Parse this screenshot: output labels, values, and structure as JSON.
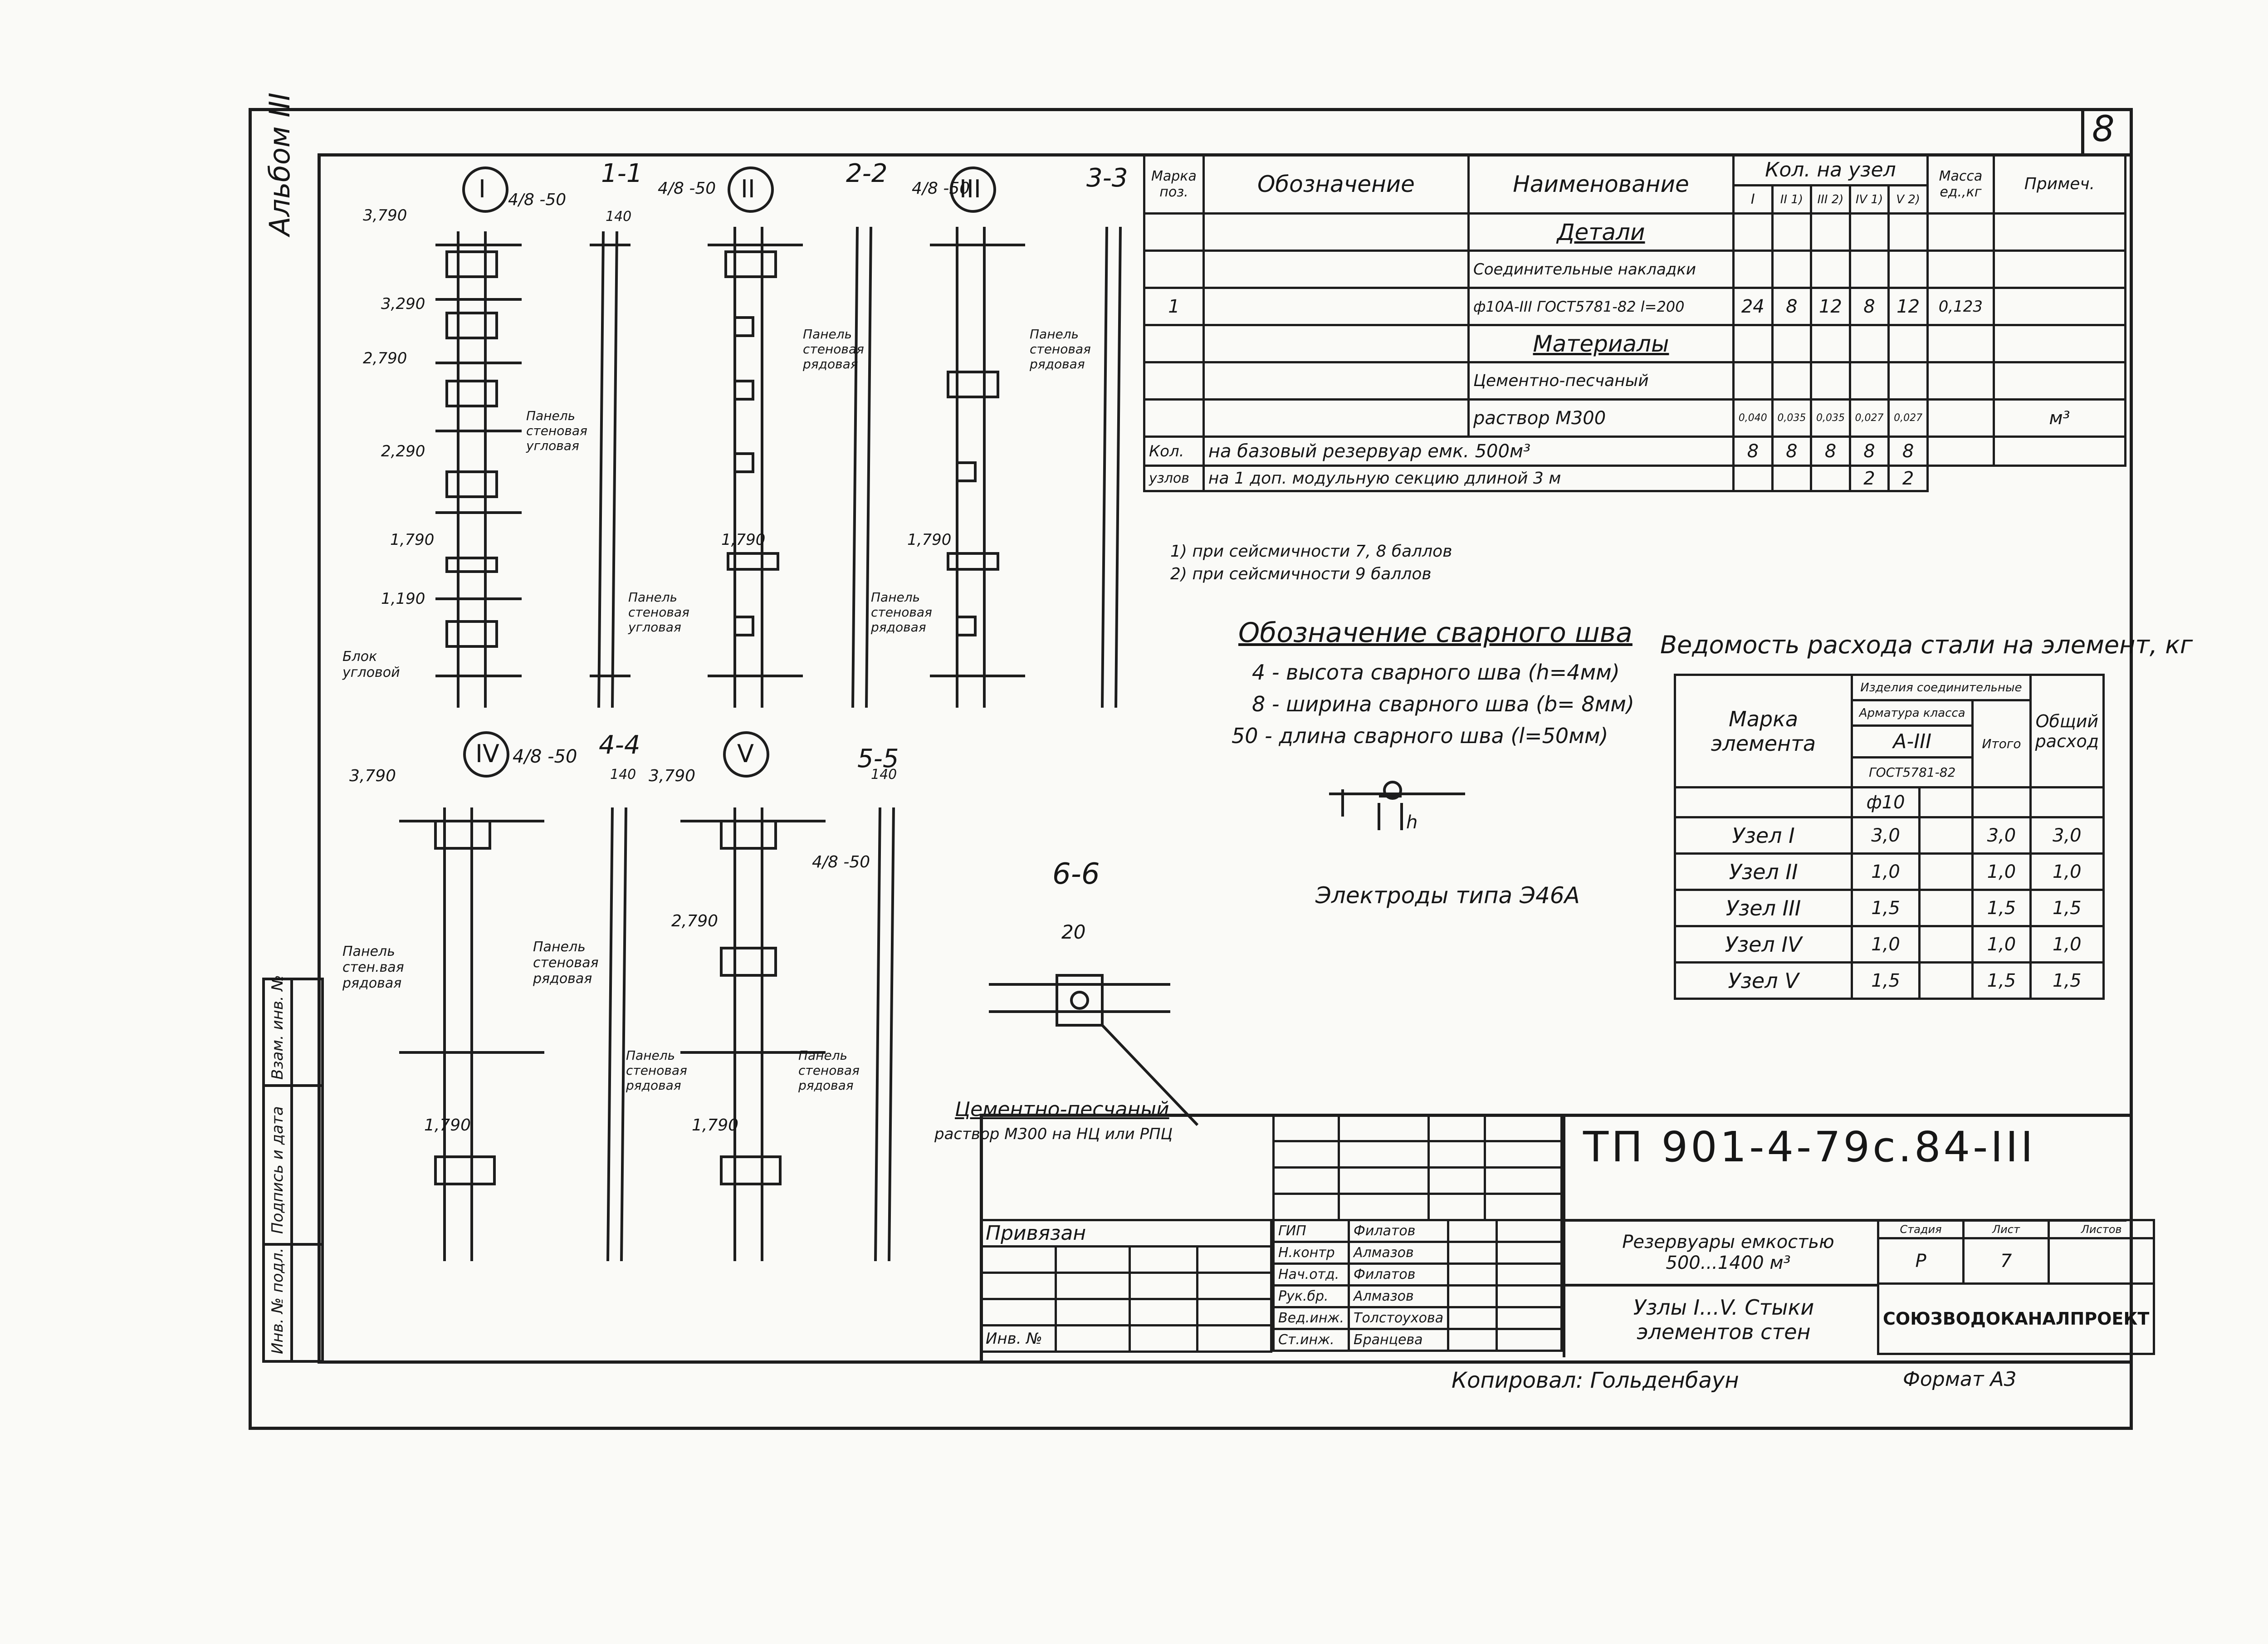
{
  "sheet_number": "8",
  "album_label": "Альбом III",
  "sections": {
    "s11": "1-1",
    "s22": "2-2",
    "s33": "3-3",
    "s44": "4-4",
    "s55": "5-5",
    "s66": "6-6"
  },
  "node_marks": [
    "I",
    "II",
    "III",
    "IV",
    "V"
  ],
  "weld_marks": {
    "n1": "4/8 -50",
    "n2": "4/8 -50",
    "n3": "4/8 -50",
    "n4": "4/8 -50",
    "n5": "4/8 -50"
  },
  "elevations": {
    "e3790": "3,790",
    "e3290": "3,290",
    "e2790": "2,790",
    "e2290": "2,290",
    "e1790": "1,790",
    "e1190": "1,190",
    "d140": "140"
  },
  "drawing_labels": {
    "panel_corner": "Панель стеновая угловая",
    "panel_ordinary": "Панель стеновая рядовая",
    "panel_corner_short": "Панель стеновая угловая",
    "block_corner": "Блок угловой",
    "panel_ordinary_wall": "Панель стен.вая рядовая",
    "mortar_label": "Цементно-песчаный",
    "mortar_sub": "раствор М300 на НЦ или РПЦ",
    "dim20": "20"
  },
  "spec_table": {
    "headers": {
      "marka": "Марка поз.",
      "oboznach": "Обозначение",
      "naimen": "Наименование",
      "kol": "Кол. на узел",
      "massa": "Масса ед.,кг",
      "prim": "Примеч."
    },
    "kol_cols": [
      "I",
      "II 1)",
      "III 2)",
      "IV 1)",
      "V 2)"
    ],
    "rows": [
      {
        "marka": "",
        "obozn": "",
        "name": "Детали",
        "k": [
          "",
          "",
          "",
          "",
          ""
        ],
        "massa": "",
        "prim": ""
      },
      {
        "marka": "",
        "obozn": "",
        "name": "Соединительные накладки",
        "k": [
          "",
          "",
          "",
          "",
          ""
        ],
        "massa": "",
        "prim": ""
      },
      {
        "marka": "1",
        "obozn": "",
        "name": "ф10А-III ГОСТ5781-82 l=200",
        "k": [
          "24",
          "8",
          "12",
          "8",
          "12"
        ],
        "massa": "0,123",
        "prim": ""
      },
      {
        "marka": "",
        "obozn": "",
        "name": "Материалы",
        "k": [
          "",
          "",
          "",
          "",
          ""
        ],
        "massa": "",
        "prim": ""
      },
      {
        "marka": "",
        "obozn": "",
        "name": "Цементно-песчаный",
        "k": [
          "",
          "",
          "",
          "",
          ""
        ],
        "massa": "",
        "prim": ""
      },
      {
        "marka": "",
        "obozn": "",
        "name": "раствор М300",
        "k": [
          "0,040",
          "0,035",
          "0,035",
          "0,027",
          "0,027"
        ],
        "massa": "",
        "prim": "м³"
      }
    ],
    "total_row1": {
      "label1": "Кол.",
      "label2": "на базовый резервуар емк. 500м³",
      "k": [
        "8",
        "8",
        "8",
        "8",
        "8"
      ]
    },
    "total_row2": {
      "label1": "узлов",
      "label2": "на 1 доп. модульную секцию длиной 3 м",
      "k": [
        "",
        "",
        "",
        "2",
        "2"
      ]
    },
    "notes": [
      "1) при сейсмичности 7, 8 баллов",
      "2) при сейсмичности 9 баллов"
    ]
  },
  "weld_legend": {
    "title": "Обозначение сварного шва",
    "lines": [
      "4 - высота сварного шва (h=4мм)",
      "8 - ширина сварного шва (b= 8мм)",
      "50 - длина сварного шва (l=50мм)"
    ],
    "electrodes": "Электроды типа Э46А",
    "h_label": "h"
  },
  "steel_table": {
    "title": "Ведомость расхода стали на элемент, кг",
    "h_marka": "Марка элемента",
    "h_izdel": "Изделия соединительные",
    "h_armat": "Арматура класса",
    "h_class": "А-III",
    "h_gost": "ГОСТ5781-82",
    "h_d": "ф10",
    "h_itogo": "Итого",
    "h_total": "Общий расход",
    "rows": [
      {
        "name": "Узел I",
        "a": "3,0",
        "itogo": "3,0",
        "total": "3,0"
      },
      {
        "name": "Узел II",
        "a": "1,0",
        "itogo": "1,0",
        "total": "1,0"
      },
      {
        "name": "Узел III",
        "a": "1,5",
        "itogo": "1,5",
        "total": "1,5"
      },
      {
        "name": "Узел IV",
        "a": "1,0",
        "itogo": "1,0",
        "total": "1,0"
      },
      {
        "name": "Узел V",
        "a": "1,5",
        "itogo": "1,5",
        "total": "1,5"
      }
    ]
  },
  "title_block": {
    "code": "ТП 901-4-79с.84-III",
    "privyazan": "Привязан",
    "inv": "Инв. №",
    "roles": [
      "ГИП",
      "Н.контр",
      "Нач.отд.",
      "Рук.бр.",
      "Вед.инж.",
      "Ст.инж."
    ],
    "names": [
      "Филатов",
      "Алмазов",
      "Филатов",
      "Алмазов",
      "Толстоухова",
      "Бранцева"
    ],
    "desc1": "Резервуары емкостью 500...1400 м³",
    "desc2": "Узлы I...V. Стыки элементов стен",
    "stadia_h": "Стадия",
    "list_h": "Лист",
    "listov_h": "Листов",
    "stadia": "Р",
    "list": "7",
    "org": "СОЮЗВОДОКАНАЛПРОЕКТ"
  },
  "left_strip": [
    "Инв. № подл.",
    "Подпись и дата",
    "Взам. инв. №"
  ],
  "footer": {
    "copied": "Копировал: Гольденбаун",
    "format": "Формат А3"
  }
}
